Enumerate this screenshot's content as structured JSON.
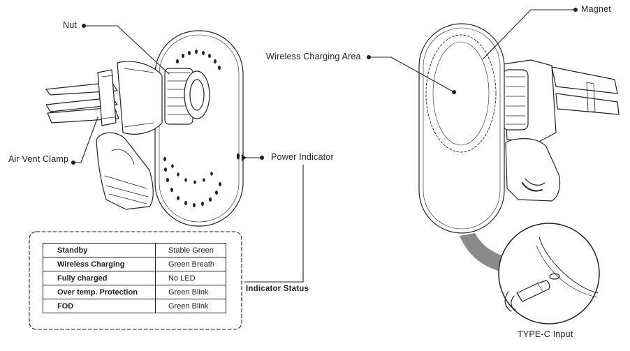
{
  "labels": {
    "nut": "Nut",
    "magnet": "Magnet",
    "wireless_area": "Wireless Charging Area",
    "air_vent_clamp": "Air Vent Clamp",
    "power_indicator": "Power Indicator",
    "indicator_status": "Indicator Status",
    "type_c": "TYPE-C Input"
  },
  "indicator_table": [
    {
      "state": "Standby",
      "led": "Stable Green"
    },
    {
      "state": "Wireless Charging",
      "led": "Green Breath"
    },
    {
      "state": "Fully charged",
      "led": "No LED"
    },
    {
      "state": "Over temp. Protection",
      "led": "Green Blink"
    },
    {
      "state": "FOD",
      "led": "Green Blink"
    }
  ],
  "colors": {
    "line": "#222222",
    "callout_band": "#8a8a8a"
  }
}
